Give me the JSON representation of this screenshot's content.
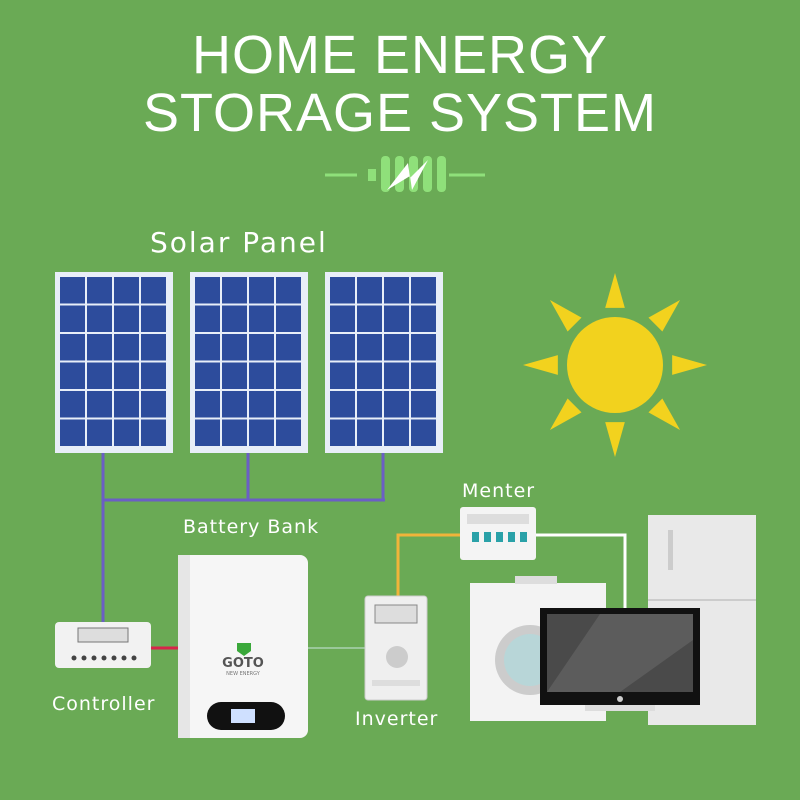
{
  "title": {
    "line1": "HOME ENERGY",
    "line2": "STORAGE SYSTEM"
  },
  "labels": {
    "solar_panel": "Solar Panel",
    "battery_bank": "Battery Bank",
    "meter": "Menter",
    "controller": "Controller",
    "inverter": "Inverter"
  },
  "battery_logo": {
    "brand": "GOTO",
    "tagline": "NEW ENERGY"
  },
  "colors": {
    "background": "#6aaa55",
    "panel_cell": "#2d4c9c",
    "sun": "#f2d21e",
    "wire_panel": "#6b5fc4",
    "wire_inverter": "#f0b43a",
    "wire_battery": "#d8244a"
  }
}
